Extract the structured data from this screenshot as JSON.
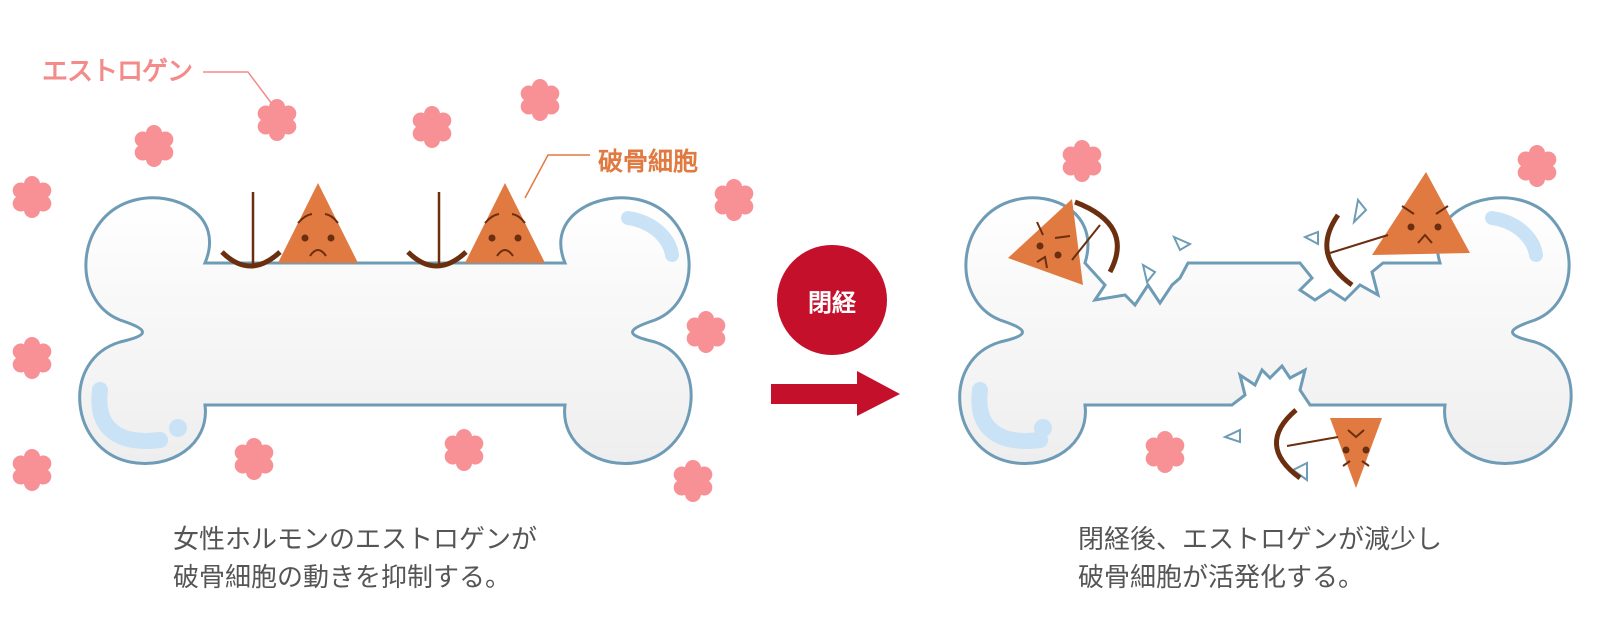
{
  "labels": {
    "estrogen": "エストロゲン",
    "osteoclast": "破骨細胞",
    "menopause_badge": "閉経"
  },
  "captions": {
    "before": {
      "line1": "女性ホルモンのエストロゲンが",
      "line2": "破骨細胞の動きを抑制する。"
    },
    "after": {
      "line1": "閉経後、エストロゲンが減少し",
      "line2": "破骨細胞が活発化する。"
    }
  },
  "colors": {
    "estrogen_pink": "#f48b8b",
    "osteoclast_orange": "#e07a40",
    "bow_brown": "#6b2e0e",
    "bone_outline": "#6e9bb5",
    "badge_red": "#c4102b",
    "caption_gray": "#555555"
  },
  "icons": {
    "estrogen": "flower-icon",
    "osteoclast": "triangle-face-icon",
    "bow": "bow-icon",
    "arrow": "arrow-right-icon"
  }
}
